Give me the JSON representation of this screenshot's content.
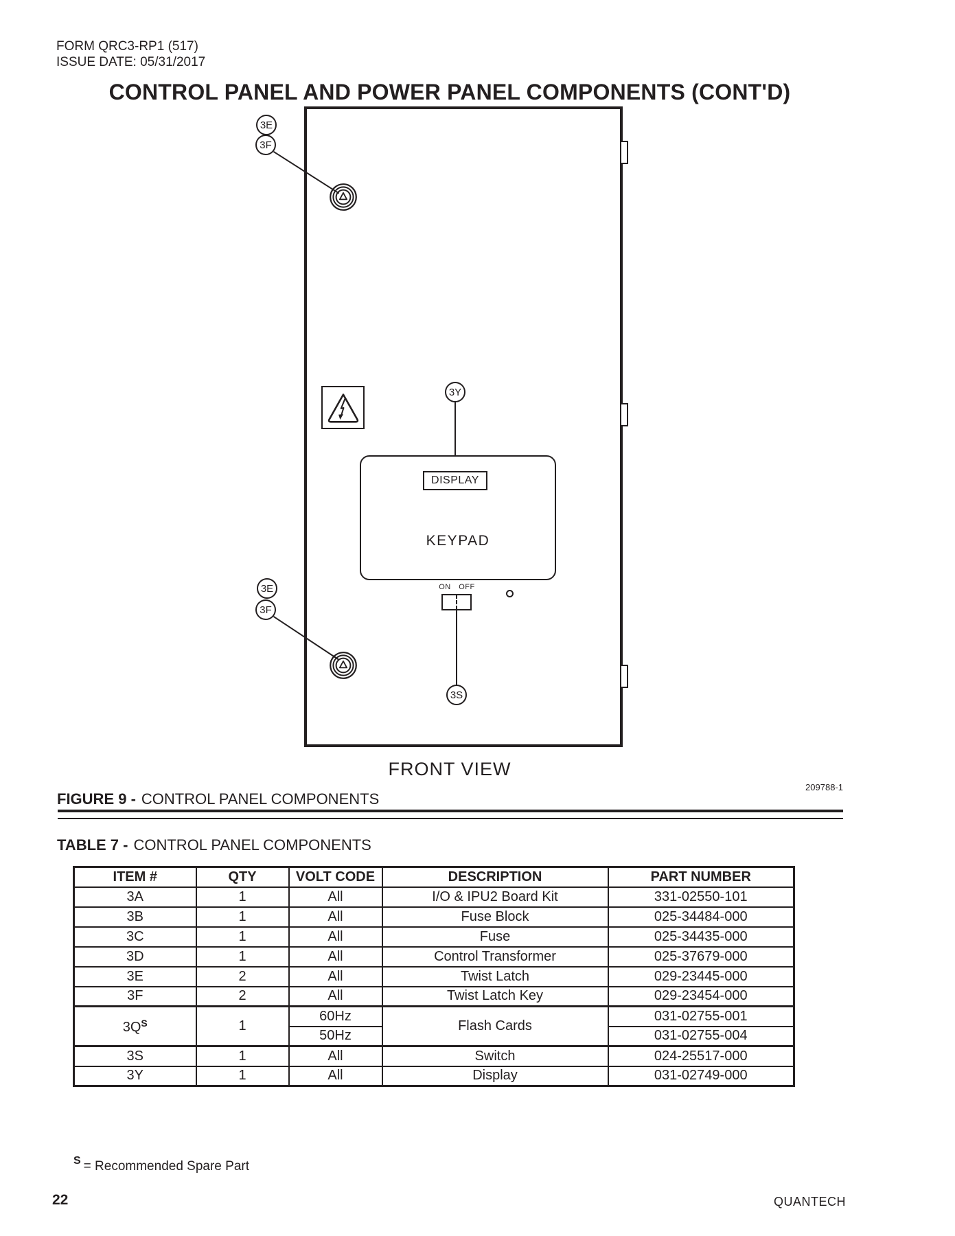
{
  "page": {
    "form_line_1": "FORM QRC3-RP1 (517)",
    "form_line_2": "ISSUE DATE: 05/31/2017",
    "title": "CONTROL PANEL AND POWER PANEL COMPONENTS (CONT'D)",
    "page_number": "22",
    "brand": "QUANTECH",
    "ink_color": "#231f20"
  },
  "figure": {
    "front_view_label": "FRONT VIEW",
    "caption_prefix": "FIGURE 9 -",
    "caption_title": "CONTROL PANEL COMPONENTS",
    "drawing_number": "209788-1",
    "display_label": "DISPLAY",
    "keypad_label": "KEYPAD",
    "switch_on_label": "ON",
    "switch_off_label": "OFF",
    "callouts": {
      "top_latch": [
        "3E",
        "3F"
      ],
      "bottom_latch": [
        "3E",
        "3F"
      ],
      "display": "3Y",
      "switch": "3S"
    },
    "icons": {
      "twist_latch": "concentric-rings-with-triangle",
      "warning": "high-voltage-triangle-lightning-bolt"
    }
  },
  "table": {
    "heading_prefix": "TABLE 7 -",
    "heading_title": "CONTROL PANEL COMPONENTS",
    "headers": [
      "ITEM #",
      "QTY",
      "VOLT CODE",
      "DESCRIPTION",
      "PART NUMBER"
    ],
    "rows_top": [
      {
        "item": "3A",
        "qty": "1",
        "volt": "All",
        "desc": "I/O & IPU2 Board Kit",
        "part": "331-02550-101"
      },
      {
        "item": "3B",
        "qty": "1",
        "volt": "All",
        "desc": "Fuse Block",
        "part": "025-34484-000"
      },
      {
        "item": "3C",
        "qty": "1",
        "volt": "All",
        "desc": "Fuse",
        "part": "025-34435-000"
      },
      {
        "item": "3D",
        "qty": "1",
        "volt": "All",
        "desc": "Control Transformer",
        "part": "025-37679-000"
      },
      {
        "item": "3E",
        "qty": "2",
        "volt": "All",
        "desc": "Twist Latch",
        "part": "029-23445-000"
      },
      {
        "item": "3F",
        "qty": "2",
        "volt": "All",
        "desc": "Twist Latch Key",
        "part": "029-23454-000"
      }
    ],
    "row_3q": {
      "item": "3Q",
      "item_sup": "S",
      "qty": "1",
      "volt_top": "60Hz",
      "volt_bottom": "50Hz",
      "desc": "Flash Cards",
      "part_top": "031-02755-001",
      "part_bottom": "031-02755-004"
    },
    "rows_bottom": [
      {
        "item": "3S",
        "qty": "1",
        "volt": "All",
        "desc": "Switch",
        "part": "024-25517-000"
      },
      {
        "item": "3Y",
        "qty": "1",
        "volt": "All",
        "desc": "Display",
        "part": "031-02749-000"
      }
    ],
    "footnote_sup": "S",
    "footnote_text": "= Recommended Spare Part"
  }
}
